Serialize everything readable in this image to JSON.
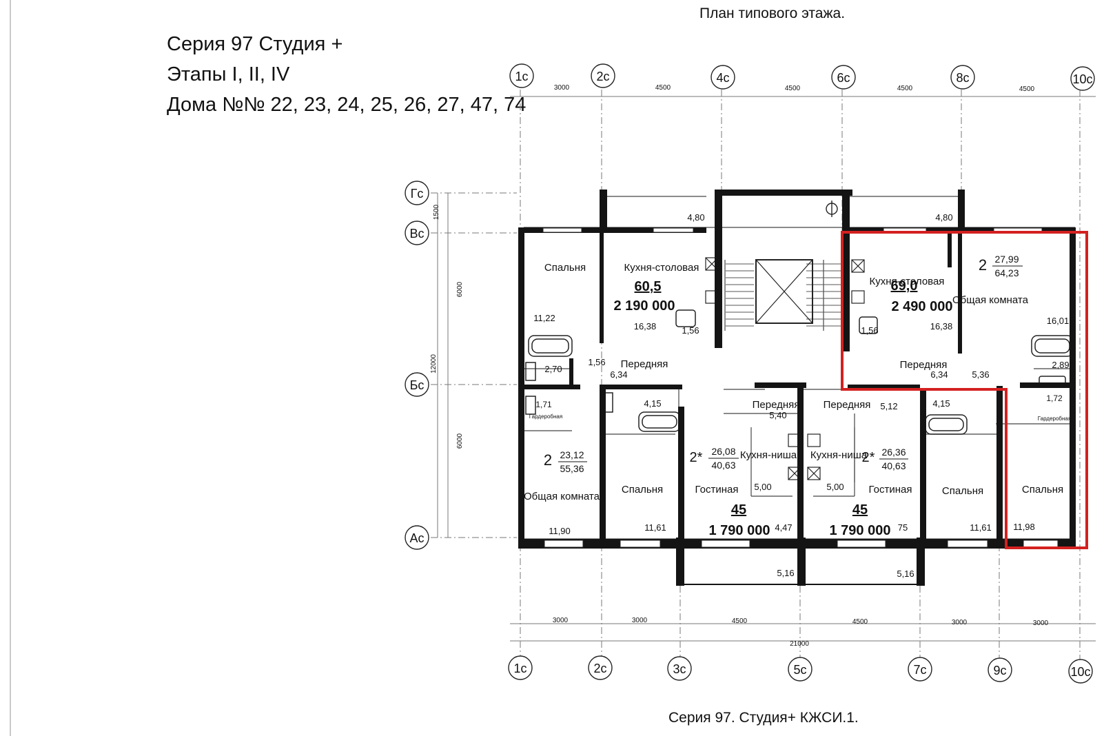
{
  "header": {
    "line1": "Серия 97 Студия +",
    "line2": "Этапы I, II, IV",
    "line3": "Дома №№ 22, 23, 24, 25, 26, 27, 47, 74"
  },
  "plan_title": "План типового этажа.",
  "footer": "Серия 97. Студия+ КЖСИ.1.",
  "axes": {
    "top": [
      "1с",
      "2с",
      "4с",
      "6с",
      "8с",
      "10с"
    ],
    "bottom": [
      "1с",
      "2с",
      "3с",
      "5с",
      "7с",
      "9с",
      "10с"
    ],
    "rows": [
      "Гс",
      "Вс",
      "Бс",
      "Ас"
    ]
  },
  "dims": {
    "top": [
      "3000",
      "4500",
      "4500",
      "4500",
      "4500"
    ],
    "bottom": [
      "3000",
      "3000",
      "4500",
      "4500",
      "3000",
      "3000"
    ],
    "total": "21000",
    "left": [
      "1500",
      "6000",
      "12000",
      "6000"
    ]
  },
  "rooms": {
    "spalnya": "Спальня",
    "kukhnya_stolovaya": "Кухня-столовая",
    "perednyaya": "Передняя",
    "garderobnaya": "Гардеробная",
    "obshchaya_komnata": "Общая комната",
    "gostinaya": "Гостиная",
    "kukhnya_nisha": "Кухня-ниша"
  },
  "areas": {
    "tl_bed": "11,22",
    "tl_kitchen": "16,38",
    "tl_bath": "1,56",
    "tl_bath2": "1,56",
    "tl_hall": "6,34",
    "tl_wc": "2,70",
    "tl_wardrobe": "1,71",
    "tl_balcony": "4,80",
    "tr_kitchen": "16,38",
    "tr_bath": "1,56",
    "tr_hall": "6,34",
    "tr_living": "16,01",
    "tr_wc": "2,89",
    "tr_corr": "5,36",
    "tr_wardrobe": "1,72",
    "tr_bed": "11,98",
    "tr_balcony": "4,80",
    "bl_living": "11,90",
    "bl_bed": "11,61",
    "bl_bath": "4,15",
    "c_hall": "5,40",
    "c_hall_r": "5,12",
    "c_niche_l": "5,00",
    "c_niche_r": "5,00",
    "c_bath_r": "4,15",
    "c_liv_l": "4,47",
    "c_liv_r": "75",
    "br_bed": "11,61",
    "balc_l": "5,16",
    "balc_r": "5,16"
  },
  "apartments": [
    {
      "id": "tl",
      "area": "60,5",
      "price": "2 190 000"
    },
    {
      "id": "tr",
      "area": "69,0",
      "price": "2 490 000",
      "rooms": "2",
      "living": "27,99",
      "total": "64,23",
      "selected": true
    },
    {
      "id": "bl",
      "rooms": "2",
      "living": "23,12",
      "total": "55,36"
    },
    {
      "id": "cl",
      "rooms": "2*",
      "living": "26,08",
      "total": "40,63",
      "area": "45",
      "price": "1 790 000"
    },
    {
      "id": "cr",
      "rooms": "2*",
      "living": "26,36",
      "total": "40,63",
      "area": "45",
      "price": "1 790 000"
    }
  ],
  "colors": {
    "selection": "#d42020",
    "wall": "#141414",
    "line": "#555555"
  }
}
